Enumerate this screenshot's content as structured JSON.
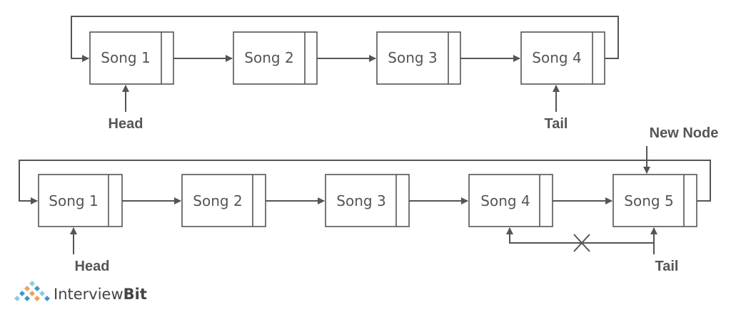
{
  "colors": {
    "stroke": "#555555",
    "text": "#555555",
    "background": "#ffffff",
    "logo_blue": "#3b97d3",
    "logo_orange": "#f0a052",
    "logo_lightblue": "#8ccbe8",
    "brand_text": "#444444"
  },
  "top_list": {
    "nodes": [
      "Song 1",
      "Song 2",
      "Song 3",
      "Song 4"
    ],
    "head_label": "Head",
    "tail_label": "Tail"
  },
  "bottom_list": {
    "nodes": [
      "Song 1",
      "Song 2",
      "Song 3",
      "Song 4",
      "Song 5"
    ],
    "head_label": "Head",
    "tail_label": "Tail",
    "new_node_label": "New Node",
    "removed_link_icon": "cross-icon"
  },
  "brand": {
    "name_regular": "Interview",
    "name_bold": "Bit",
    "logo_icon": "diamond-grid-logo-icon"
  }
}
